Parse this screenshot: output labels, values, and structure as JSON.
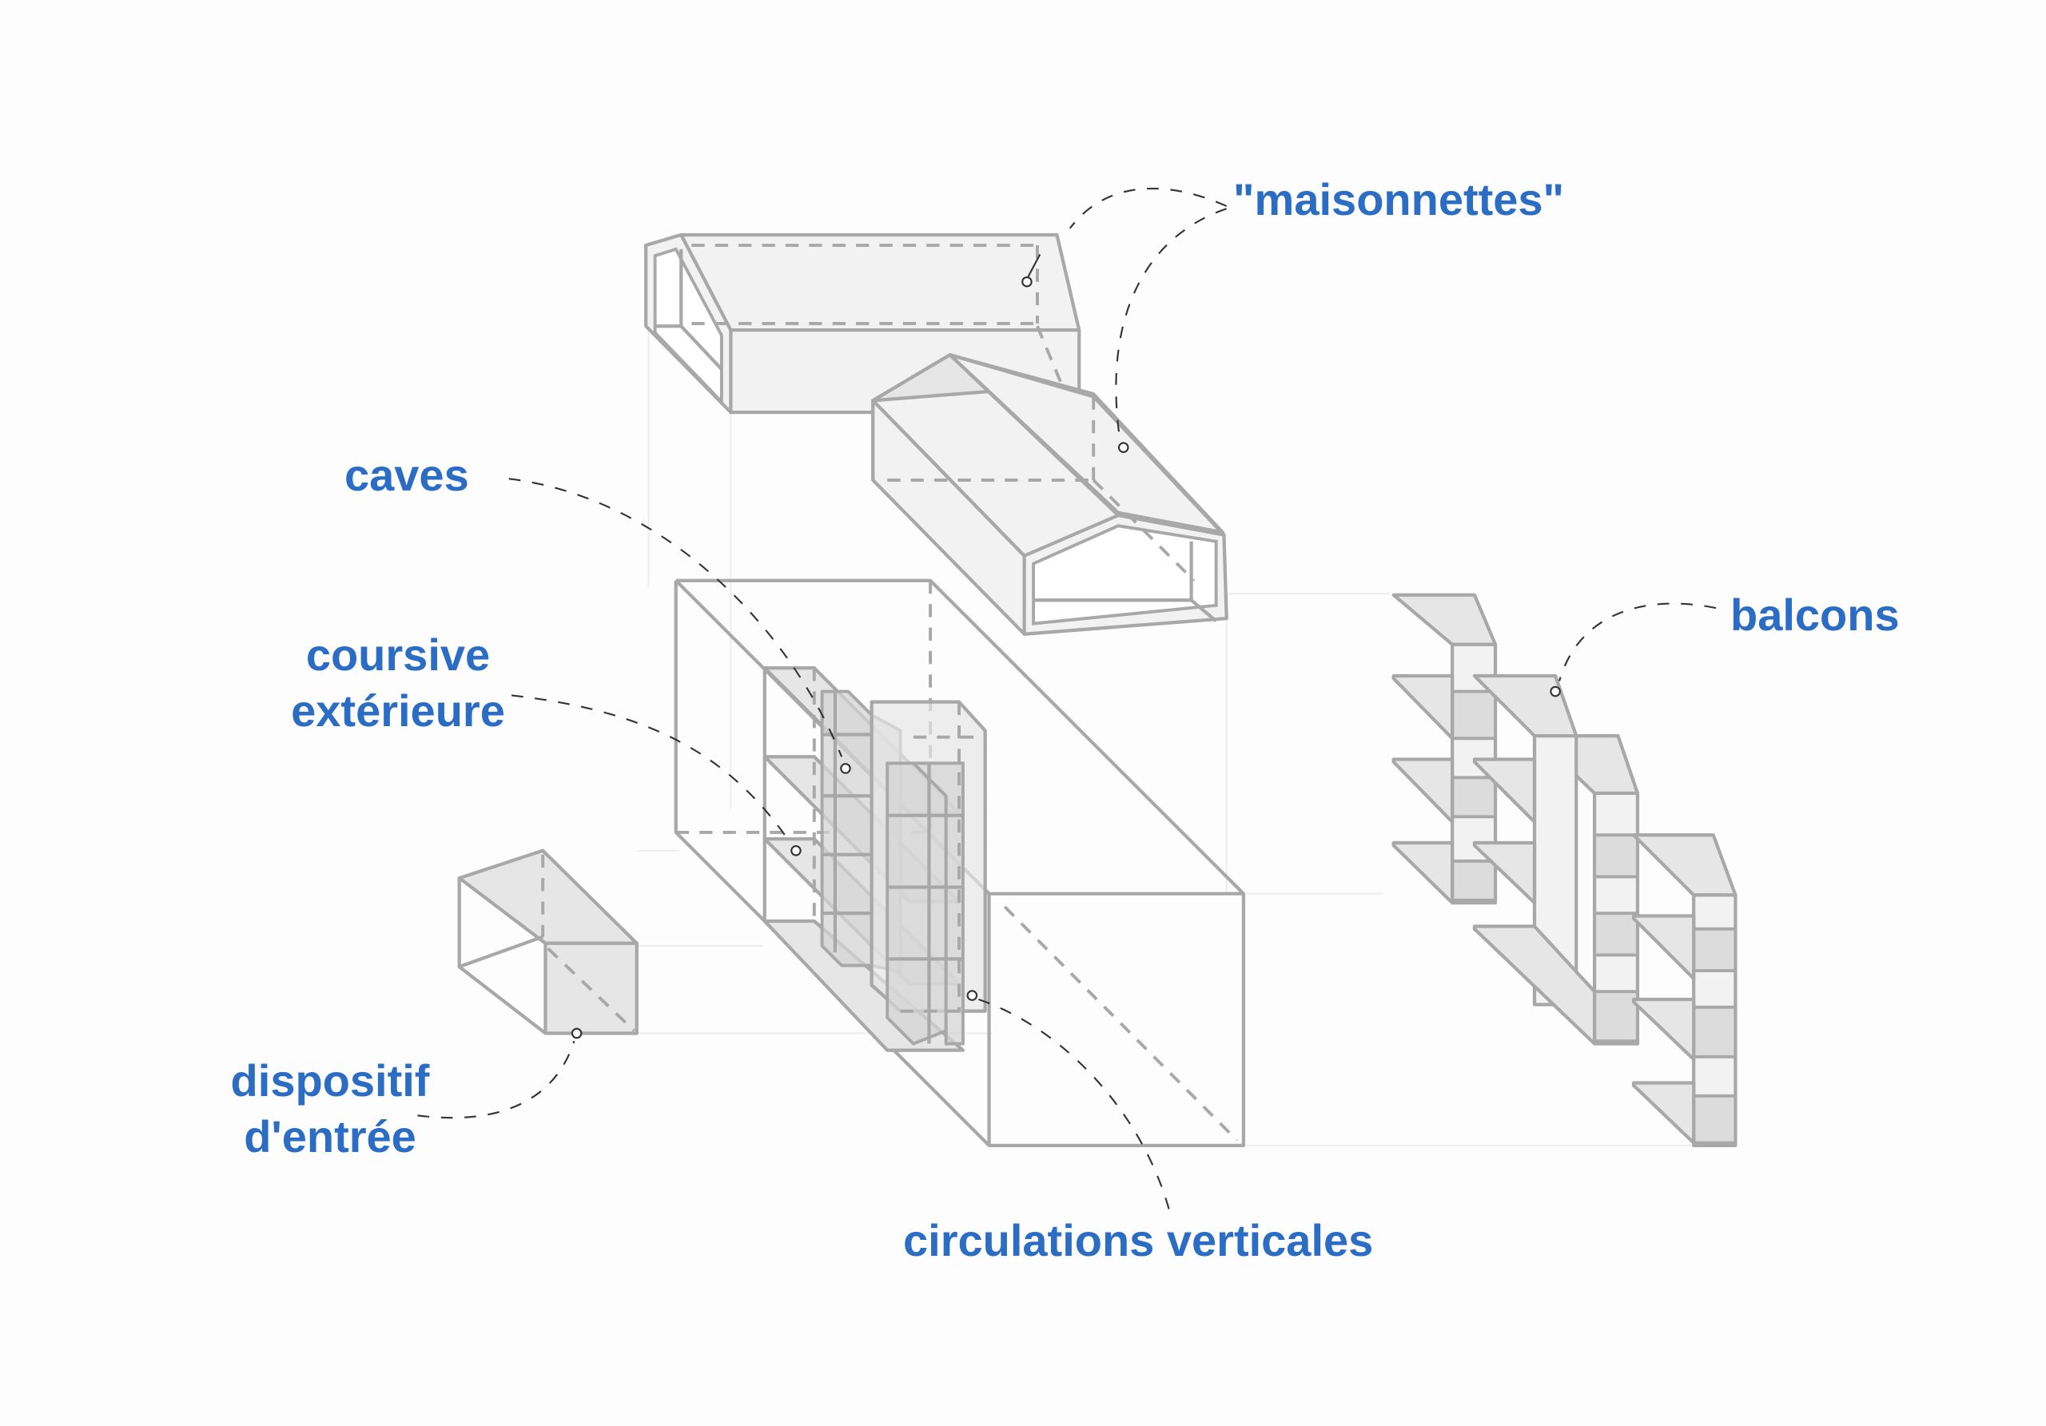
{
  "diagram": {
    "type": "exploded axonometric building diagram",
    "label_color": "#2b6cc4",
    "line_color": "#a8a8a8",
    "labels": {
      "maisonnettes": "\"maisonnettes\"",
      "caves": "caves",
      "coursive_line1": "coursive",
      "coursive_line2": "extérieure",
      "dispositif_line1": "dispositif",
      "dispositif_line2": "d'entrée",
      "circulations": "circulations verticales",
      "balcons": "balcons"
    },
    "components": [
      {
        "id": "maisonnettes",
        "description": "two gabled/shed-roof duplex volumes at top"
      },
      {
        "id": "caves",
        "description": "stacked storage cells inside main block"
      },
      {
        "id": "coursive",
        "description": "exterior walkway slabs"
      },
      {
        "id": "circulations",
        "description": "vertical stair cores"
      },
      {
        "id": "dispositif",
        "description": "entrance box"
      },
      {
        "id": "balcons",
        "description": "three stacked balcony racks"
      }
    ]
  }
}
